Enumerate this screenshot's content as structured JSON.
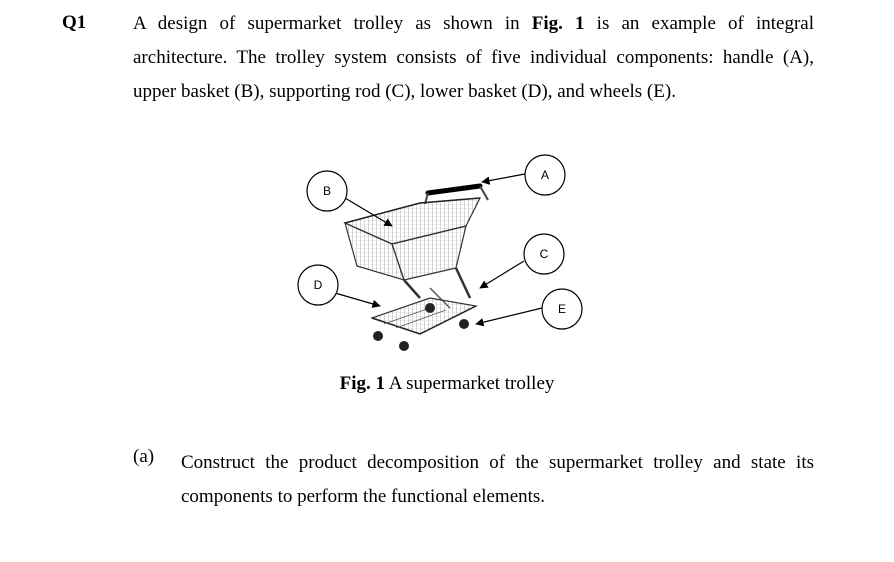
{
  "question": {
    "number": "Q1",
    "intro": {
      "line1_a": "A design of supermarket trolley as shown in ",
      "line1_fig": "Fig. 1",
      "line1_b": " is an example of integral",
      "line2": "architecture. The trolley system consists of five individual components: handle (A),",
      "line3": "upper basket (B), supporting rod (C), lower basket (D), and wheels (E)."
    },
    "figure": {
      "caption_label": "Fig. 1",
      "caption_text": " A supermarket trolley",
      "callouts": [
        "A",
        "B",
        "C",
        "D",
        "E"
      ]
    },
    "part_a": {
      "label": "(a)",
      "line1": "Construct the product decomposition of the supermarket trolley and state its",
      "line2": "components to perform the functional elements."
    }
  }
}
